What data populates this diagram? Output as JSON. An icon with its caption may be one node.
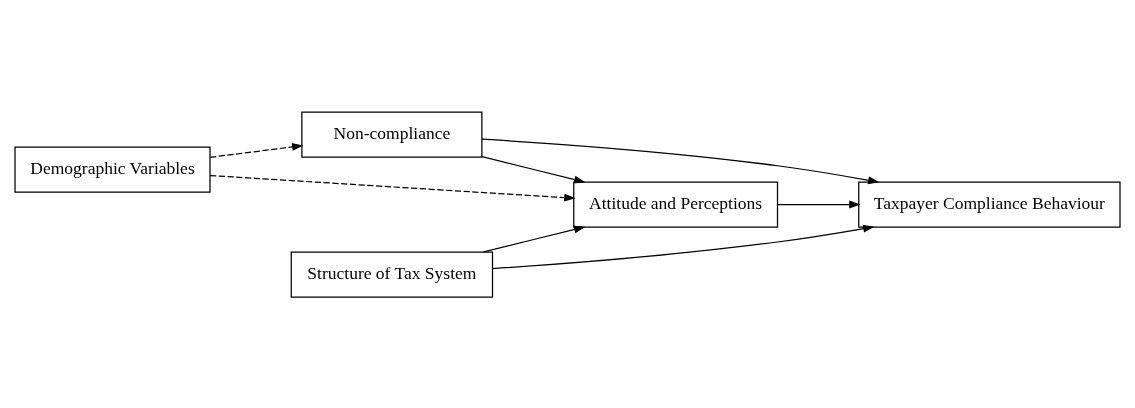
{
  "diagram": {
    "nodes": [
      {
        "text": [
          "Non-compliance"
        ]
      },
      {
        "text": [
          "Demographic Variables"
        ]
      },
      {
        "text": [
          "Attitude and Perceptions"
        ]
      },
      {
        "text": [
          "Taxpayer Compliance Behaviour"
        ]
      },
      {
        "text": [
          "Structure of Tax System"
        ]
      }
    ],
    "edges": [
      {
        "from": 1,
        "to": 0,
        "arrow": "to",
        "style": "dashed"
      },
      {
        "from": 1,
        "to": 2,
        "arrow": "to",
        "style": "dashed"
      },
      {
        "from": 0,
        "to": 2,
        "arrow": "to"
      },
      {
        "from": 0,
        "to": 3,
        "arrow": "to"
      },
      {
        "from": 2,
        "to": 3,
        "arrow": "to"
      },
      {
        "from": 4,
        "to": 2,
        "arrow": "to"
      },
      {
        "from": 4,
        "to": 3,
        "arrow": "to"
      }
    ]
  }
}
